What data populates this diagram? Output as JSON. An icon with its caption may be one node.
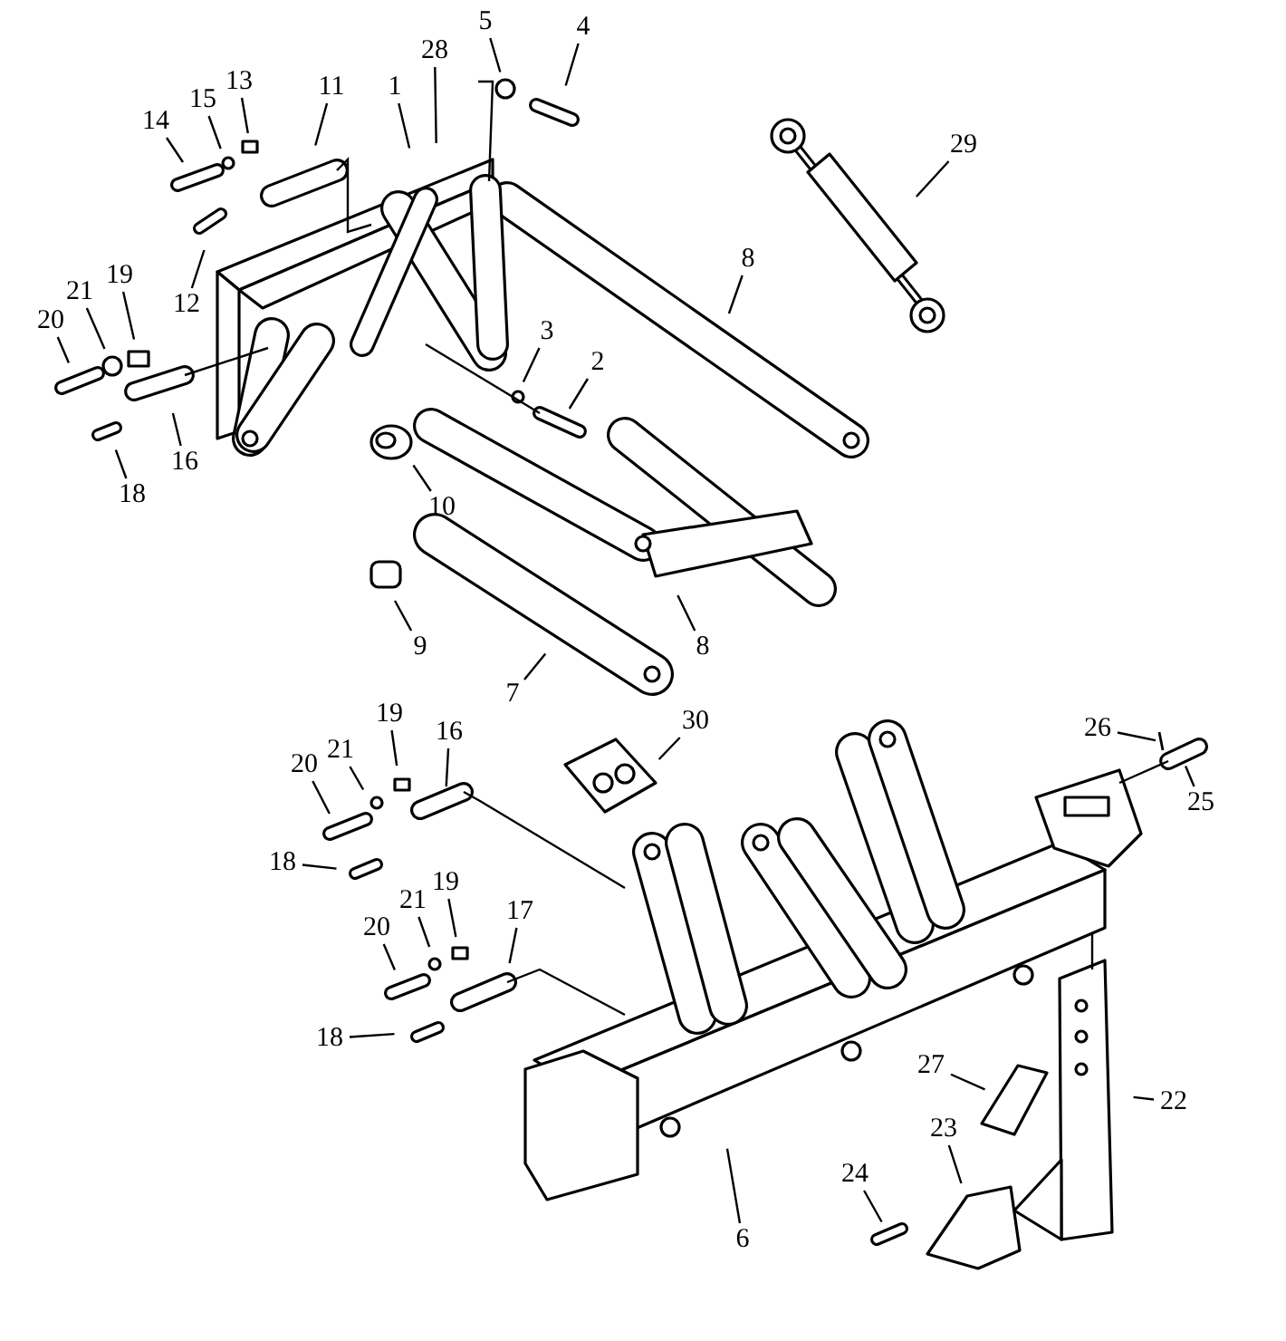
{
  "diagram": {
    "nodes": [
      {
        "text": [
          "28"
        ]
      },
      {
        "text": [
          "5"
        ]
      },
      {
        "text": [
          "4"
        ]
      },
      {
        "text": [
          "13"
        ]
      },
      {
        "text": [
          "11"
        ]
      },
      {
        "text": [
          "1"
        ]
      },
      {
        "text": [
          "15"
        ]
      },
      {
        "text": [
          "14"
        ]
      },
      {
        "text": [
          "29"
        ]
      },
      {
        "text": [
          "12"
        ]
      },
      {
        "text": [
          "8"
        ]
      },
      {
        "text": [
          "19"
        ]
      },
      {
        "text": [
          "21"
        ]
      },
      {
        "text": [
          "20"
        ]
      },
      {
        "text": [
          "3"
        ]
      },
      {
        "text": [
          "2"
        ]
      },
      {
        "text": [
          "16"
        ]
      },
      {
        "text": [
          "18"
        ]
      },
      {
        "text": [
          "10"
        ]
      },
      {
        "text": [
          "9"
        ]
      },
      {
        "text": [
          "8"
        ]
      },
      {
        "text": [
          "7"
        ]
      },
      {
        "text": [
          "30"
        ]
      },
      {
        "text": [
          "19"
        ]
      },
      {
        "text": [
          "21"
        ]
      },
      {
        "text": [
          "16"
        ]
      },
      {
        "text": [
          "20"
        ]
      },
      {
        "text": [
          "18"
        ]
      },
      {
        "text": [
          "26"
        ]
      },
      {
        "text": [
          "25"
        ]
      },
      {
        "text": [
          "21"
        ]
      },
      {
        "text": [
          "19"
        ]
      },
      {
        "text": [
          "17"
        ]
      },
      {
        "text": [
          "20"
        ]
      },
      {
        "text": [
          "18"
        ]
      },
      {
        "text": [
          "27"
        ]
      },
      {
        "text": [
          "22"
        ]
      },
      {
        "text": [
          "23"
        ]
      },
      {
        "text": [
          "24"
        ]
      },
      {
        "text": [
          "6"
        ]
      }
    ],
    "edges": [
      {
        "from": 0,
        "to": null,
        "arrow": "none"
      },
      {
        "from": 1,
        "to": null,
        "arrow": "none"
      },
      {
        "from": 2,
        "to": null,
        "arrow": "none"
      },
      {
        "from": 3,
        "to": null,
        "arrow": "none"
      },
      {
        "from": 4,
        "to": null,
        "arrow": "none"
      },
      {
        "from": 5,
        "to": null,
        "arrow": "none"
      },
      {
        "from": 6,
        "to": null,
        "arrow": "none"
      },
      {
        "from": 7,
        "to": null,
        "arrow": "none"
      },
      {
        "from": 8,
        "to": null,
        "arrow": "none"
      },
      {
        "from": 9,
        "to": null,
        "arrow": "none"
      },
      {
        "from": 10,
        "to": null,
        "arrow": "none"
      },
      {
        "from": 11,
        "to": null,
        "arrow": "none"
      },
      {
        "from": 12,
        "to": null,
        "arrow": "none"
      },
      {
        "from": 13,
        "to": null,
        "arrow": "none"
      },
      {
        "from": 14,
        "to": null,
        "arrow": "none"
      },
      {
        "from": 15,
        "to": null,
        "arrow": "none"
      },
      {
        "from": 16,
        "to": null,
        "arrow": "none"
      },
      {
        "from": 17,
        "to": null,
        "arrow": "none"
      },
      {
        "from": 18,
        "to": null,
        "arrow": "none"
      },
      {
        "from": 19,
        "to": null,
        "arrow": "none"
      },
      {
        "from": 20,
        "to": null,
        "arrow": "none"
      },
      {
        "from": 21,
        "to": null,
        "arrow": "none"
      },
      {
        "from": 22,
        "to": null,
        "arrow": "none"
      },
      {
        "from": 23,
        "to": null,
        "arrow": "none"
      },
      {
        "from": 24,
        "to": null,
        "arrow": "none"
      },
      {
        "from": 25,
        "to": null,
        "arrow": "none"
      },
      {
        "from": 26,
        "to": null,
        "arrow": "none"
      },
      {
        "from": 27,
        "to": null,
        "arrow": "none"
      },
      {
        "from": 28,
        "to": null,
        "arrow": "none"
      },
      {
        "from": 29,
        "to": null,
        "arrow": "none"
      },
      {
        "from": 30,
        "to": null,
        "arrow": "none"
      },
      {
        "from": 31,
        "to": null,
        "arrow": "none"
      },
      {
        "from": 32,
        "to": null,
        "arrow": "none"
      },
      {
        "from": 33,
        "to": null,
        "arrow": "none"
      },
      {
        "from": 34,
        "to": null,
        "arrow": "none"
      },
      {
        "from": 35,
        "to": null,
        "arrow": "none"
      },
      {
        "from": 36,
        "to": null,
        "arrow": "none"
      },
      {
        "from": 37,
        "to": null,
        "arrow": "none"
      },
      {
        "from": 38,
        "to": null,
        "arrow": "none"
      },
      {
        "from": 39,
        "to": null,
        "arrow": "none"
      }
    ]
  }
}
